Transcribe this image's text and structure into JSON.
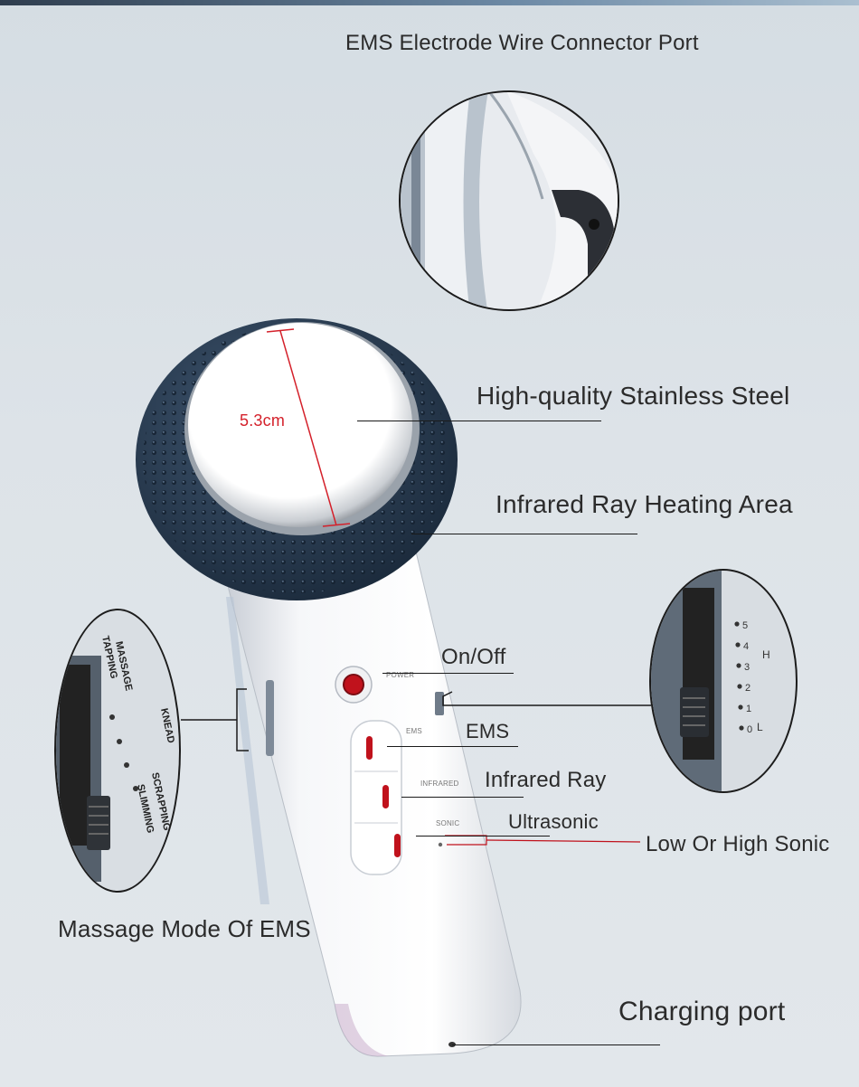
{
  "labels": {
    "ems_port": "EMS Electrode Wire Connector Port",
    "stainless": "High-quality Stainless Steel",
    "infrared_area": "Infrared Ray Heating Area",
    "on_off": "On/Off",
    "ems": "EMS",
    "infrared_ray": "Infrared Ray",
    "ultrasonic": "Ultrasonic",
    "low_high_sonic": "Low Or High Sonic",
    "massage_mode": "Massage Mode Of EMS",
    "charging": "Charging port",
    "diameter": "5.3cm"
  },
  "device_text": {
    "power": "POWER",
    "ems": "EMS",
    "infrared": "INFRARED",
    "sonic": "SONIC"
  },
  "left_zoom": {
    "massage": "MASSAGE",
    "tapping": "TAPPING",
    "knead": "KNEAD",
    "scrapping": "SCRAPPING",
    "slimming": "SLIMMING"
  },
  "right_zoom": {
    "levels": [
      "5",
      "4",
      "3",
      "2",
      "1",
      "0"
    ],
    "high": "H",
    "low": "L"
  },
  "colors": {
    "accent_red": "#c0121c",
    "device_white": "#f4f5f7",
    "ring_navy": "#2a3d52"
  }
}
